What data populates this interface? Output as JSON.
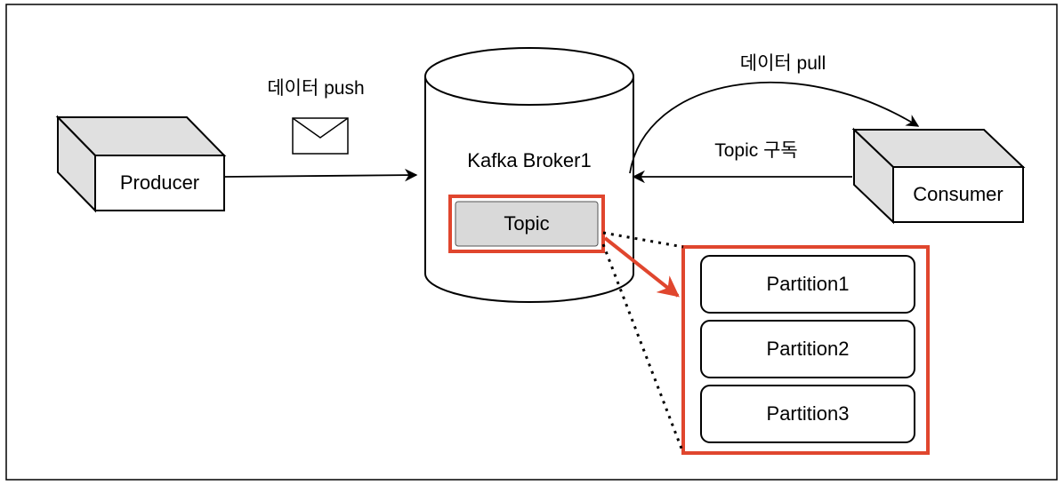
{
  "producer": {
    "label": "Producer"
  },
  "consumer": {
    "label": "Consumer"
  },
  "broker": {
    "label": "Kafka Broker1"
  },
  "topic": {
    "label": "Topic"
  },
  "partitions": [
    {
      "label": "Partition1"
    },
    {
      "label": "Partition2"
    },
    {
      "label": "Partition3"
    }
  ],
  "edges": {
    "push_label": "데이터 push",
    "pull_label": "데이터 pull",
    "subscribe_label": "Topic 구독"
  },
  "icons": {
    "message": "envelope-icon"
  },
  "colors": {
    "highlight": "#e0462e",
    "topic_fill": "#d9d9d9",
    "box_side": "#e0e0e0",
    "stroke": "#000000"
  }
}
